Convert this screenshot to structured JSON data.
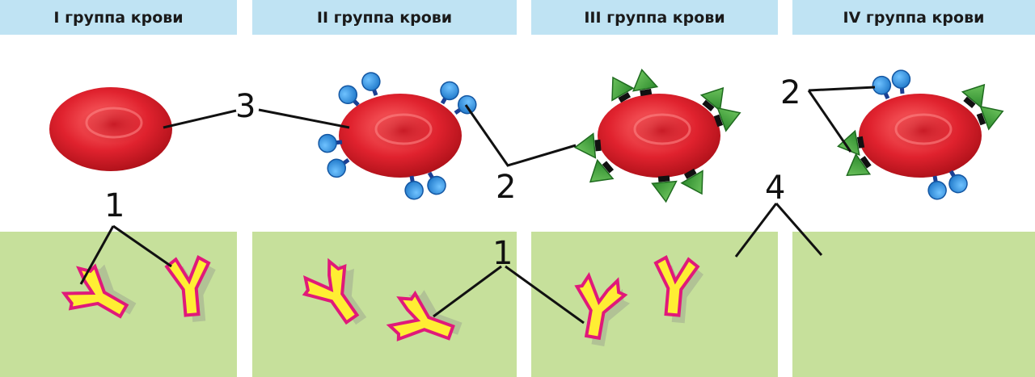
{
  "headers": [
    "I группа крови",
    "II группа крови",
    "III группа крови",
    "IV группа крови"
  ],
  "callouts": {
    "antibodies": "1",
    "antigens": "2",
    "erythrocyte": "3",
    "no_antibodies": "4"
  },
  "colors": {
    "header_bg": "#bfe3f3",
    "plasma_bg": "#c6e09b",
    "cell": "#e0222e",
    "antigen_a": "#2f8fd6",
    "antigen_b": "#3aa33a",
    "antibody_fill": "#ffee33",
    "antibody_edge": "#e0197a"
  }
}
